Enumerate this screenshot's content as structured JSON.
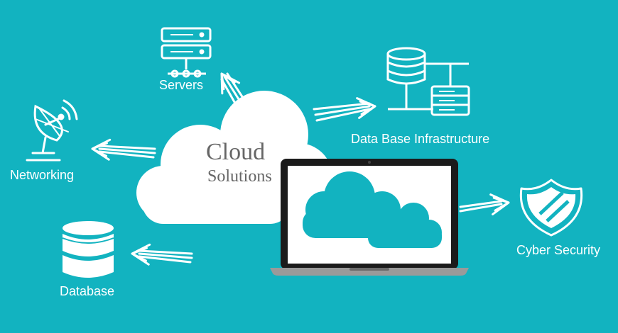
{
  "center": {
    "title": "Cloud",
    "subtitle": "Solutions"
  },
  "nodes": {
    "servers": {
      "label": "Servers",
      "icon": "server-rack-icon"
    },
    "database_infrastructure": {
      "label": "Data Base Infrastructure",
      "icon": "database-infrastructure-icon"
    },
    "networking": {
      "label": "Networking",
      "icon": "satellite-dish-icon"
    },
    "database": {
      "label": "Database",
      "icon": "database-icon"
    },
    "cyber_security": {
      "label": "Cyber Security",
      "icon": "shield-icon"
    }
  },
  "device": {
    "icon": "laptop-icon",
    "screen_content": "cloud-icon"
  },
  "colors": {
    "background": "#12b3c0",
    "white": "#ffffff",
    "cloud_text": "#666666",
    "laptop_cloud": "#12b3c0",
    "laptop_body": "#1b1b1b"
  }
}
